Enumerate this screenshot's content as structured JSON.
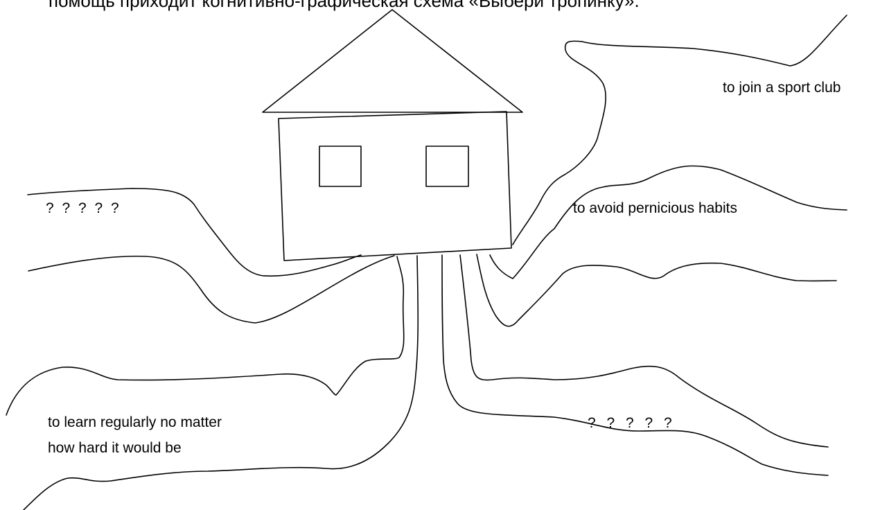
{
  "heading": "помощь приходит когнитивно-графическая схема «Выбери тропинку».",
  "labels": {
    "left_questions": "? ? ? ? ?",
    "right_questions": "? ? ? ? ?",
    "sport_club": "to join a sport club",
    "avoid_habits": "to avoid pernicious habits",
    "learn_line1": "to learn regularly no matter",
    "learn_line2": "how hard it would be"
  }
}
